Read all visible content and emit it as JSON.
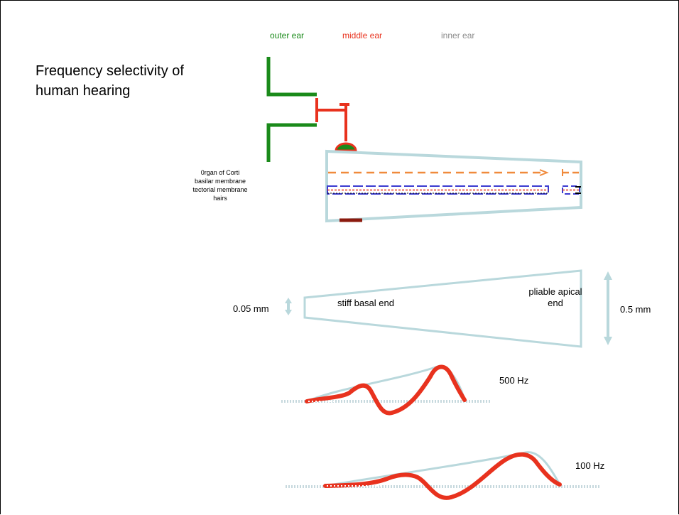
{
  "title": "Frequency selectivity of human hearing",
  "labels": {
    "outer_ear": "outer ear",
    "middle_ear": "middle ear",
    "inner_ear": "inner ear",
    "organ_of_corti": "0rgan of Corti",
    "basilar_membrane": "basilar membrane",
    "tectorial_membrane": "tectorial membrane",
    "hairs": "hairs"
  },
  "cochlea_dimensions": {
    "basal_width": "0.05 mm",
    "apical_width": "0.5 mm",
    "basal_label": "stiff basal end",
    "apical_label": "pliable apical end"
  },
  "waves": [
    {
      "frequency": "500 Hz"
    },
    {
      "frequency": "100 Hz"
    }
  ],
  "colors": {
    "outer_ear": "#1a8a1a",
    "middle_ear": "#e8321e",
    "inner_ear": "#8c8c8c",
    "cochlea_outline": "#b9d8dc",
    "dashed_orange": "#f08a3c",
    "hair_blue": "#3a3ad0",
    "dark_red": "#8b1a0e"
  }
}
